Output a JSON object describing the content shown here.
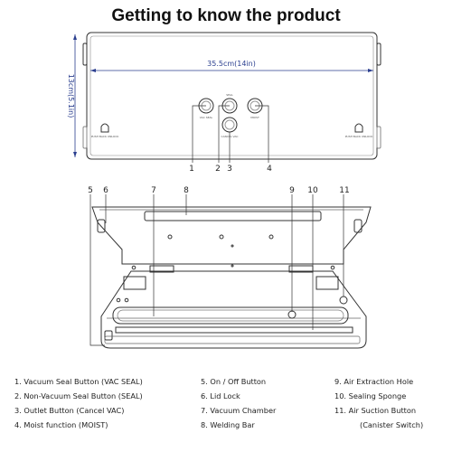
{
  "title": "Getting to know the product",
  "dimensions": {
    "width_label": "35.5cm(14in)",
    "height_label": "13cm(5.1in)"
  },
  "top_view": {
    "button_labels": [
      "VAC SEAL",
      "SEAL",
      "CANCEL VAC",
      "MOIST"
    ],
    "side_labels": [
      "PUSH BACK UNLOCK",
      "PUSH BACK UNLOCK"
    ]
  },
  "callouts_top": [
    "1",
    "2",
    "3",
    "4"
  ],
  "callouts_bottom": [
    "5",
    "6",
    "7",
    "8",
    "9",
    "10",
    "11"
  ],
  "legend": [
    "1. Vacuum Seal Button (VAC SEAL)",
    "2. Non-Vacuum Seal Button (SEAL)",
    "3. Outlet Button (Cancel VAC)",
    "4. Moist function (MOIST)",
    "5. On / Off Button",
    "6. Lid Lock",
    "7. Vacuum Chamber",
    "8. Welding Bar",
    "9. Air Extraction Hole",
    "10. Sealing Sponge",
    "11. Air Suction Button",
    "(Canister Switch)"
  ],
  "colors": {
    "dimension_blue": "#2b3f8f",
    "line": "#333333"
  }
}
